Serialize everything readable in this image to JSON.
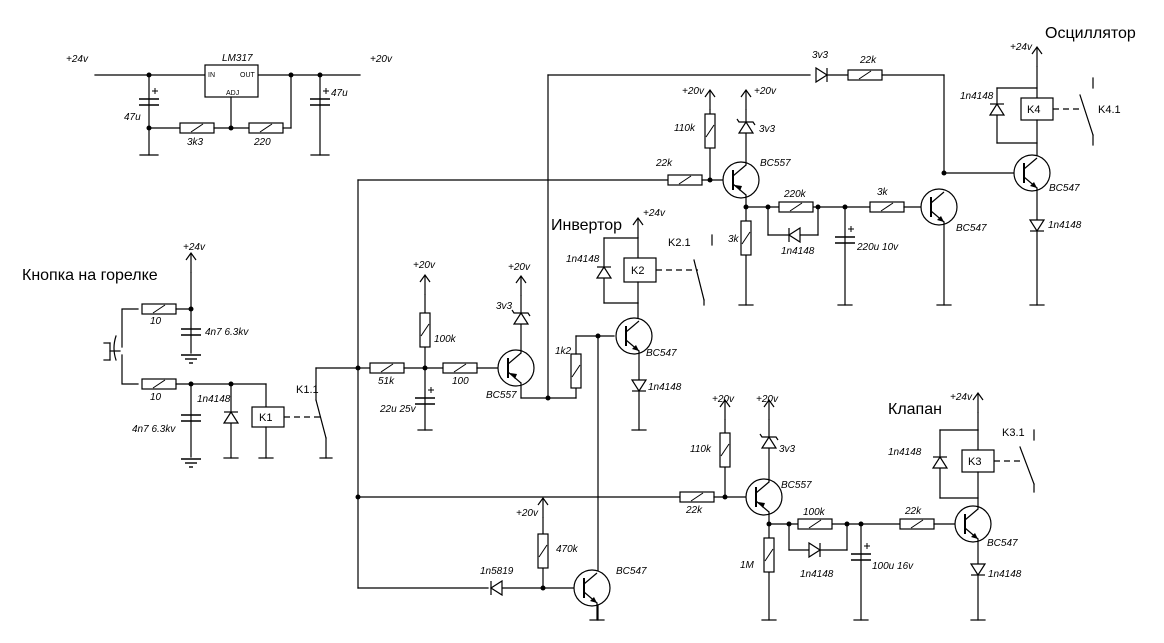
{
  "titles": {
    "button": "Кнопка на горелке",
    "inverter": "Инвертор",
    "oscillator": "Осциллятор",
    "valve": "Клапан"
  },
  "regulator": {
    "name": "LM317",
    "pin_in": "IN",
    "pin_out": "OUT",
    "pin_adj": "ADJ"
  },
  "rails": {
    "v24": "+24v",
    "v20": "+20v"
  },
  "values": {
    "c47u": "47u",
    "r3k3": "3k3",
    "r220": "220",
    "r10": "10",
    "c4n7": "4n7 6.3kv",
    "d1n4148": "1n4148",
    "d1n5819": "1n5819",
    "r51k": "51k",
    "r100": "100",
    "r100k": "100k",
    "c22u": "22u 25v",
    "z3v3": "3v3",
    "r1k2": "1k2",
    "r470k": "470k",
    "r110k": "110k",
    "r22k": "22k",
    "r220k": "220k",
    "r3k": "3k",
    "c220u": "220u 10v",
    "r1m": "1M",
    "c100u": "100u 16v",
    "bc557": "BC557",
    "bc547": "BC547"
  },
  "relays": {
    "k1": "K1",
    "k2": "K2",
    "k3": "K3",
    "k4": "K4"
  },
  "contacts": {
    "k11": "K1.1",
    "k21": "K2.1",
    "k31": "K3.1",
    "k41": "K4.1"
  }
}
